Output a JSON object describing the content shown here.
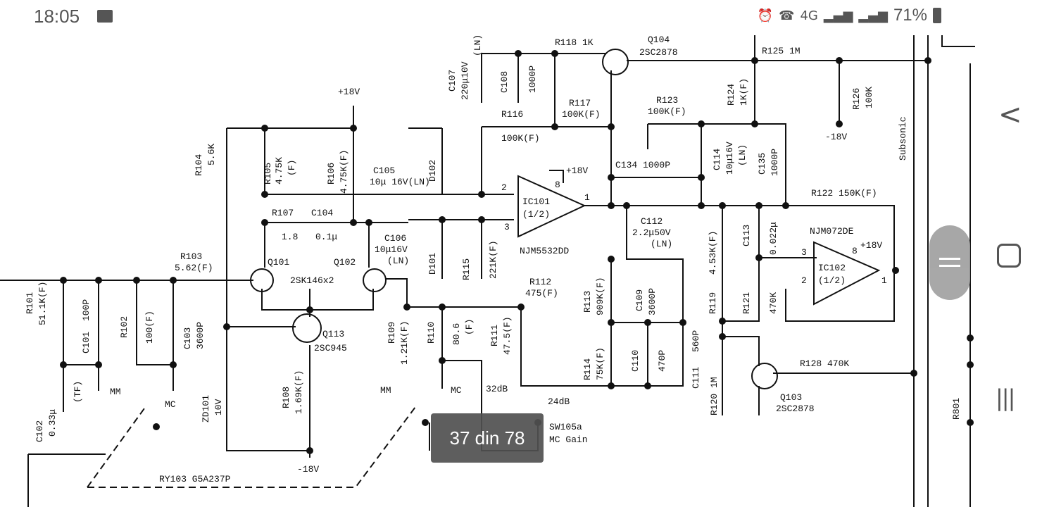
{
  "status_bar": {
    "time": "18:05",
    "battery": "71%",
    "network": "4G",
    "icons": [
      "image-icon",
      "alarm-icon",
      "wifi-call-icon",
      "signal-icon",
      "signal-icon",
      "battery-icon"
    ]
  },
  "schematic": {
    "labels": {
      "plus18v_top": "+18V",
      "r104": "R104",
      "r104_val": "5.6K",
      "r105": "R105",
      "r105_val": "4.75K",
      "r105_tol": "(F)",
      "r106": "R106",
      "r106_val": "4.75K(F)",
      "r107": "R107",
      "r107_val": "1.8",
      "c104": "C104",
      "c104_val": "0.1μ",
      "c105": "C105",
      "c105_val": "10μ 16V(LN)",
      "d102": "D102",
      "c106": "C106",
      "c106_val": "10μ16V",
      "c106_ln": "(LN)",
      "d101": "D101",
      "r115": "R115",
      "r115_val": "221K(F)",
      "c107": "C107",
      "c107_val": "220μ10V",
      "c107_ln": "(LN)",
      "c108": "C108",
      "c108_val": "1000P",
      "r118": "R118 1K",
      "q104": "Q104",
      "q104_type": "2SC2878",
      "r125": "R125 1M",
      "r117": "R117",
      "r117_val": "100K(F)",
      "r116": "R116",
      "r116_val": "100K(F)",
      "r123": "R123",
      "r123_val": "100K(F)",
      "r124": "R124",
      "r124_val": "1K(F)",
      "r126": "R126",
      "r126_val": "100K",
      "minus18v_r": "-18V",
      "subsonic": "Subsonic",
      "ic101": "IC101",
      "ic101_half": "(1/2)",
      "ic101_pin2": "2",
      "ic101_pin3": "3",
      "ic101_pin8": "8",
      "ic101_pin1": "1",
      "plus18v_ic": "+18V",
      "njm5532": "NJM5532DD",
      "c134": "C134 1000P",
      "c114": "C114",
      "c114_val": "10μ16V",
      "c114_ln": "(LN)",
      "c135": "C135",
      "c135_val": "1000P",
      "r122": "R122 150K(F)",
      "c112": "C112",
      "c112_val": "2.2μ50V",
      "c112_ln": "(LN)",
      "c113": "C113",
      "c113_val": "0.022μ",
      "njm072": "NJM072DE",
      "ic102": "IC102",
      "ic102_half": "(1/2)",
      "ic102_pin3": "3",
      "ic102_pin2": "2",
      "ic102_pin8": "8",
      "ic102_pin1": "1",
      "plus18v_ic2": "+18V",
      "r119": "R119",
      "r119_val": "4.53K(F)",
      "r121": "R121",
      "r121_val": "470K",
      "r113": "R113",
      "r113_val": "909K(F)",
      "c109": "C109",
      "c109_val": "3600P",
      "c110": "C110",
      "c110_val": "470P",
      "c111": "C111",
      "c111_val": "560P",
      "r114": "R114",
      "r114_val": "75K(F)",
      "r103": "R103",
      "r103_val": "5.62(F)",
      "q101": "Q101",
      "q102": "Q102",
      "q101_type": "2SK146x2",
      "r112": "R112",
      "r112_val": "475(F)",
      "r101": "R101",
      "r101_val": "51.1K(F)",
      "c101": "C101",
      "c101_val": "100P",
      "r102": "R102",
      "r102_val": "100(F)",
      "c103": "C103",
      "c103_val": "3600P",
      "q113": "Q113",
      "q113_type": "2SC945",
      "r109": "R109",
      "r109_val": "1.21K(F)",
      "r110": "R110",
      "r110_val": "80.6",
      "r110_tol": "(F)",
      "r111": "R111",
      "r111_val": "47.5(F)",
      "r108": "R108",
      "r108_val": "1.69K(F)",
      "zd101": "ZD101",
      "zd101_val": "10V",
      "c102": "C102",
      "c102_val": "0.33μ",
      "tf": "(TF)",
      "mm1": "MM",
      "mc1": "MC",
      "mm2": "MM",
      "mc2": "MC",
      "db32": "32dB",
      "db24": "24dB",
      "sw105": "SW105a",
      "mcgain": "MC Gain",
      "ry103": "RY103  G5A237P",
      "minus18v_b": "-18V",
      "r120": "R120 1M",
      "r128": "R128  470K",
      "q103": "Q103",
      "q103_type": "2SC2878",
      "r801": "R801"
    }
  },
  "toast": {
    "page_indicator": "37 din 78"
  },
  "navigation": {
    "back": "<",
    "home": "O",
    "recents": "|||"
  }
}
